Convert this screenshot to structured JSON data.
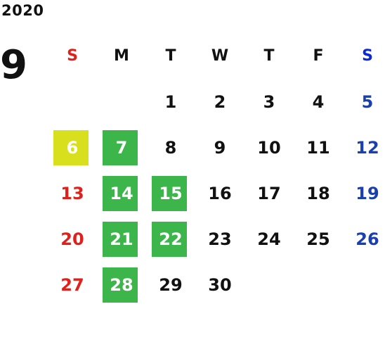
{
  "year": "2020",
  "month": "9",
  "colors": {
    "sunday": "#e0201b",
    "saturday": "#1a40b0",
    "saturday_header": "#0a28d8",
    "weekday": "#111111",
    "highlight_green": "#3cb54a",
    "highlight_yellow": "#d8e01e"
  },
  "weekdays": [
    "S",
    "M",
    "T",
    "W",
    "T",
    "F",
    "S"
  ],
  "weeks": [
    [
      null,
      null,
      {
        "d": "1"
      },
      {
        "d": "2"
      },
      {
        "d": "3"
      },
      {
        "d": "4"
      },
      {
        "d": "5"
      }
    ],
    [
      {
        "d": "6",
        "hl": "yellow"
      },
      {
        "d": "7",
        "hl": "green"
      },
      {
        "d": "8"
      },
      {
        "d": "9"
      },
      {
        "d": "10"
      },
      {
        "d": "11"
      },
      {
        "d": "12"
      }
    ],
    [
      {
        "d": "13"
      },
      {
        "d": "14",
        "hl": "green"
      },
      {
        "d": "15",
        "hl": "green"
      },
      {
        "d": "16"
      },
      {
        "d": "17"
      },
      {
        "d": "18"
      },
      {
        "d": "19"
      }
    ],
    [
      {
        "d": "20"
      },
      {
        "d": "21",
        "hl": "green"
      },
      {
        "d": "22",
        "hl": "green"
      },
      {
        "d": "23"
      },
      {
        "d": "24"
      },
      {
        "d": "25"
      },
      {
        "d": "26"
      }
    ],
    [
      {
        "d": "27"
      },
      {
        "d": "28",
        "hl": "green"
      },
      {
        "d": "29"
      },
      {
        "d": "30"
      },
      null,
      null,
      null
    ]
  ]
}
